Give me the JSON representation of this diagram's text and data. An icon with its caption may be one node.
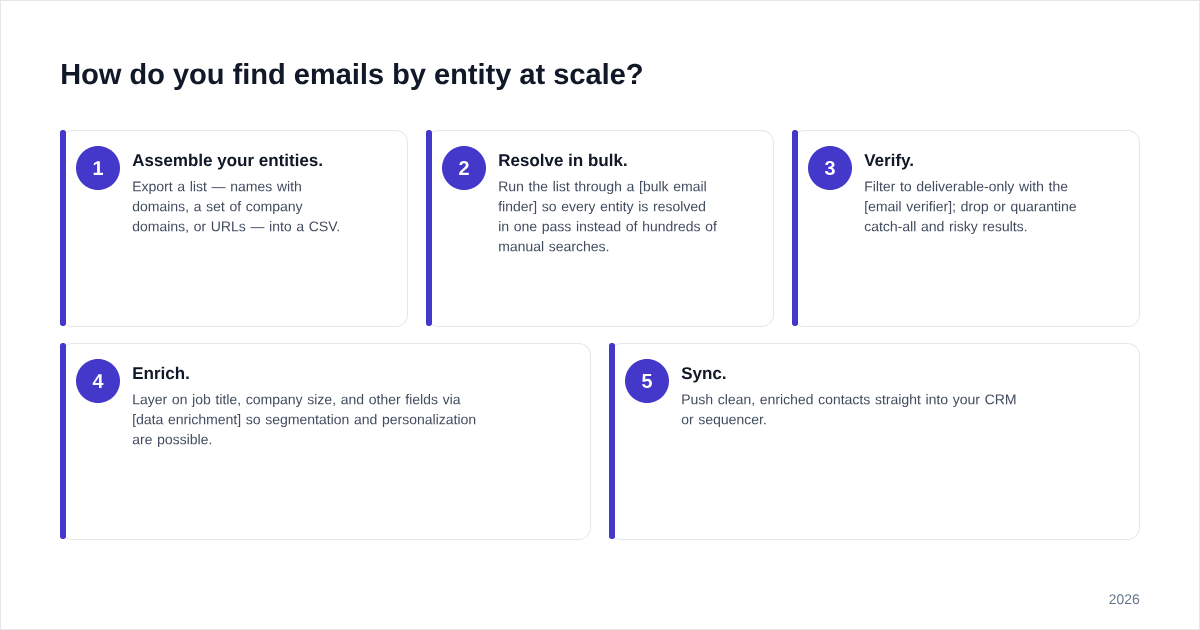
{
  "diagram": {
    "title": "How do you find emails by entity at scale?",
    "nodes": [
      {
        "text": [
          "Assemble your entities.",
          "Export a list — names with domains, a set of company domains, or URLs — into a CSV."
        ]
      },
      {
        "text": [
          "1"
        ],
        "in": 0
      },
      {
        "text": [
          "Resolve in bulk.",
          "Run the list through a [bulk email finder] so every entity is resolved in one pass instead of hundreds of manual searches."
        ]
      },
      {
        "text": [
          "2"
        ],
        "in": 2
      },
      {
        "text": [
          "Verify.",
          "Filter to deliverable-only with the [email verifier]; drop or quarantine catch-all and risky results."
        ]
      },
      {
        "text": [
          "3"
        ],
        "in": 4
      },
      {
        "text": [
          "Enrich.",
          "Layer on job title, company size, and other fields via [data enrichment] so segmentation and personalization are possible."
        ]
      },
      {
        "text": [
          "4"
        ],
        "in": 6
      },
      {
        "text": [
          "Sync.",
          "Push clean, enriched contacts straight into your CRM or sequencer."
        ]
      },
      {
        "text": [
          "5"
        ],
        "in": 8
      }
    ],
    "labels": [
      "2026"
    ]
  }
}
